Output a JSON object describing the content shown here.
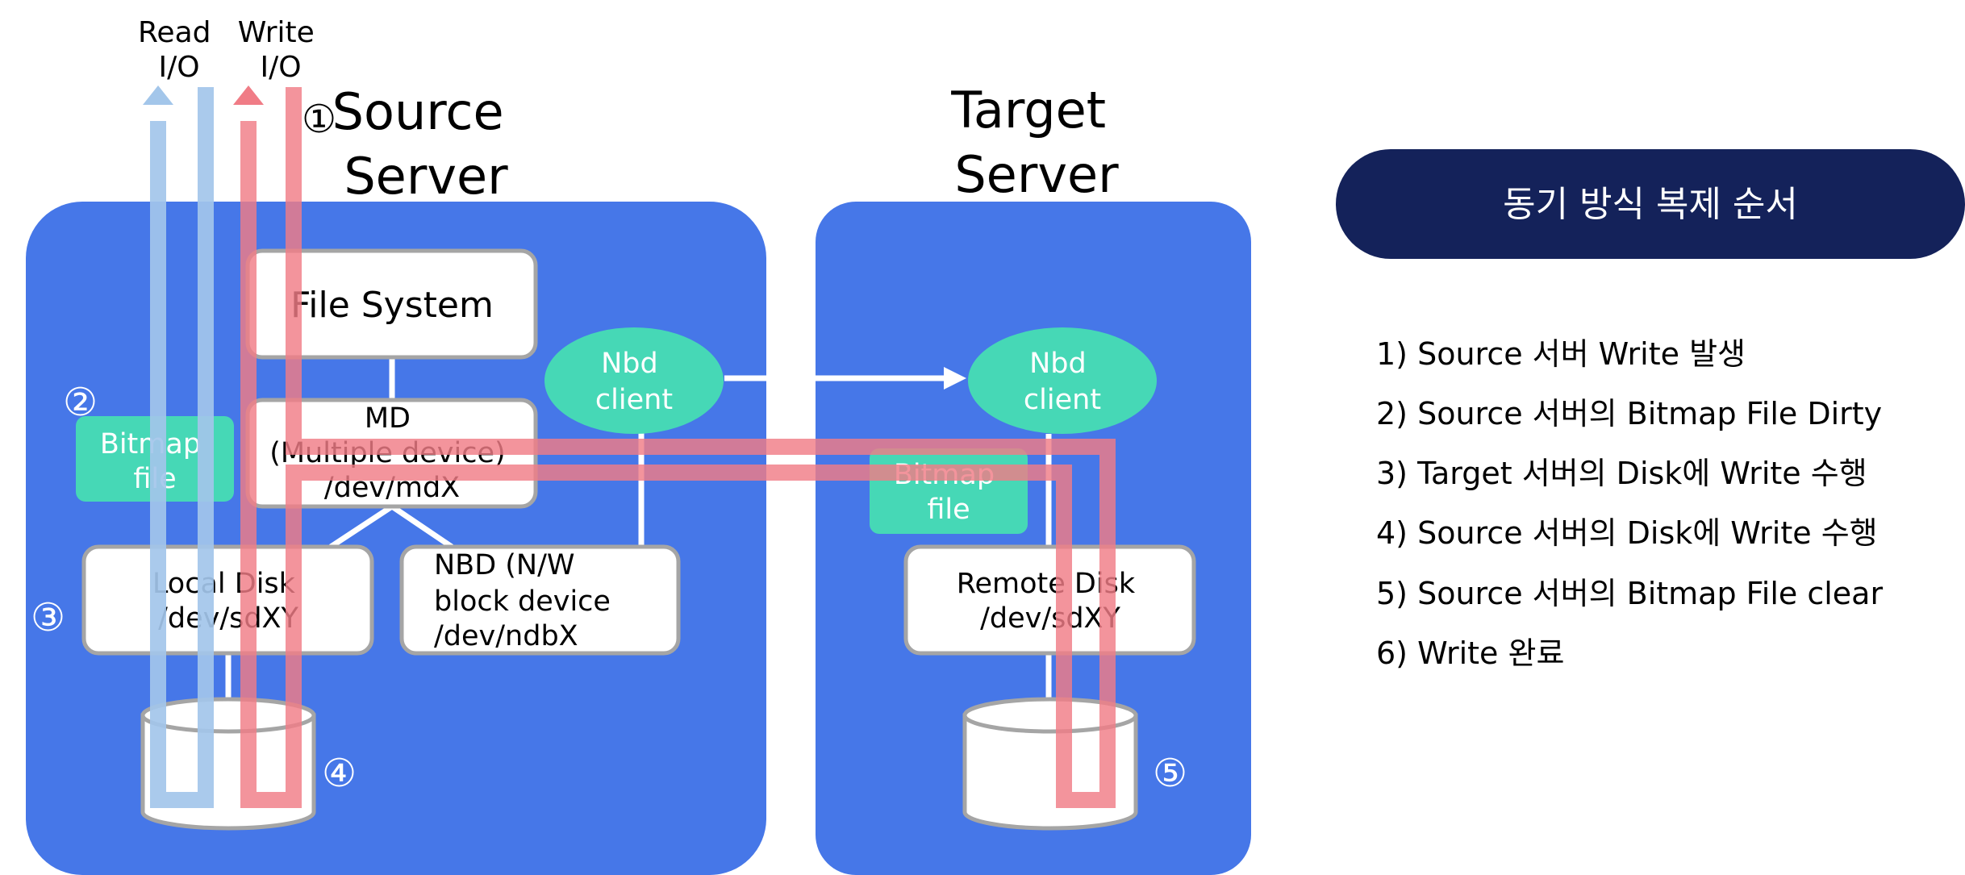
{
  "io": {
    "read": [
      "Read",
      "I/O"
    ],
    "write": [
      "Write",
      "I/O"
    ]
  },
  "source_server": {
    "marker": "①",
    "title": [
      "Source",
      "Server"
    ]
  },
  "target_server": {
    "title": [
      "Target",
      "Server"
    ]
  },
  "boxes": {
    "file_system": "File System",
    "md": [
      "MD",
      "(Multiple device)",
      "/dev/mdX"
    ],
    "local_disk": [
      "Local Disk",
      "/dev/sdXY"
    ],
    "nbd_device": [
      "NBD (N/W",
      "block device",
      "/dev/ndbX"
    ],
    "remote_disk": [
      "Remote Disk",
      "/dev/sdXY"
    ],
    "nbd_client_source": [
      "Nbd",
      "client"
    ],
    "nbd_client_target": [
      "Nbd",
      "client"
    ],
    "bitmap_source": [
      "Bitmap",
      "file"
    ],
    "bitmap_target": [
      "Bitmap",
      "file"
    ]
  },
  "markers": {
    "two": "②",
    "three": "③",
    "four": "④",
    "five": "⑤"
  },
  "panel": {
    "header": "동기 방식 복제 순서",
    "steps": [
      "1) Source 서버 Write 발생",
      "2) Source 서버의 Bitmap File Dirty",
      "3) Target 서버의 Disk에 Write 수행",
      "4) Source 서버의 Disk에 Write 수행",
      "5) Source 서버의 Bitmap File clear",
      "6) Write 완료"
    ]
  },
  "colors": {
    "server_blue": "#4677e8",
    "mint": "#46d8b6",
    "read_path": "#a3c6ea",
    "write_path": "#f07c86",
    "header_navy": "#14225a",
    "box_border": "#a5a5a5"
  }
}
